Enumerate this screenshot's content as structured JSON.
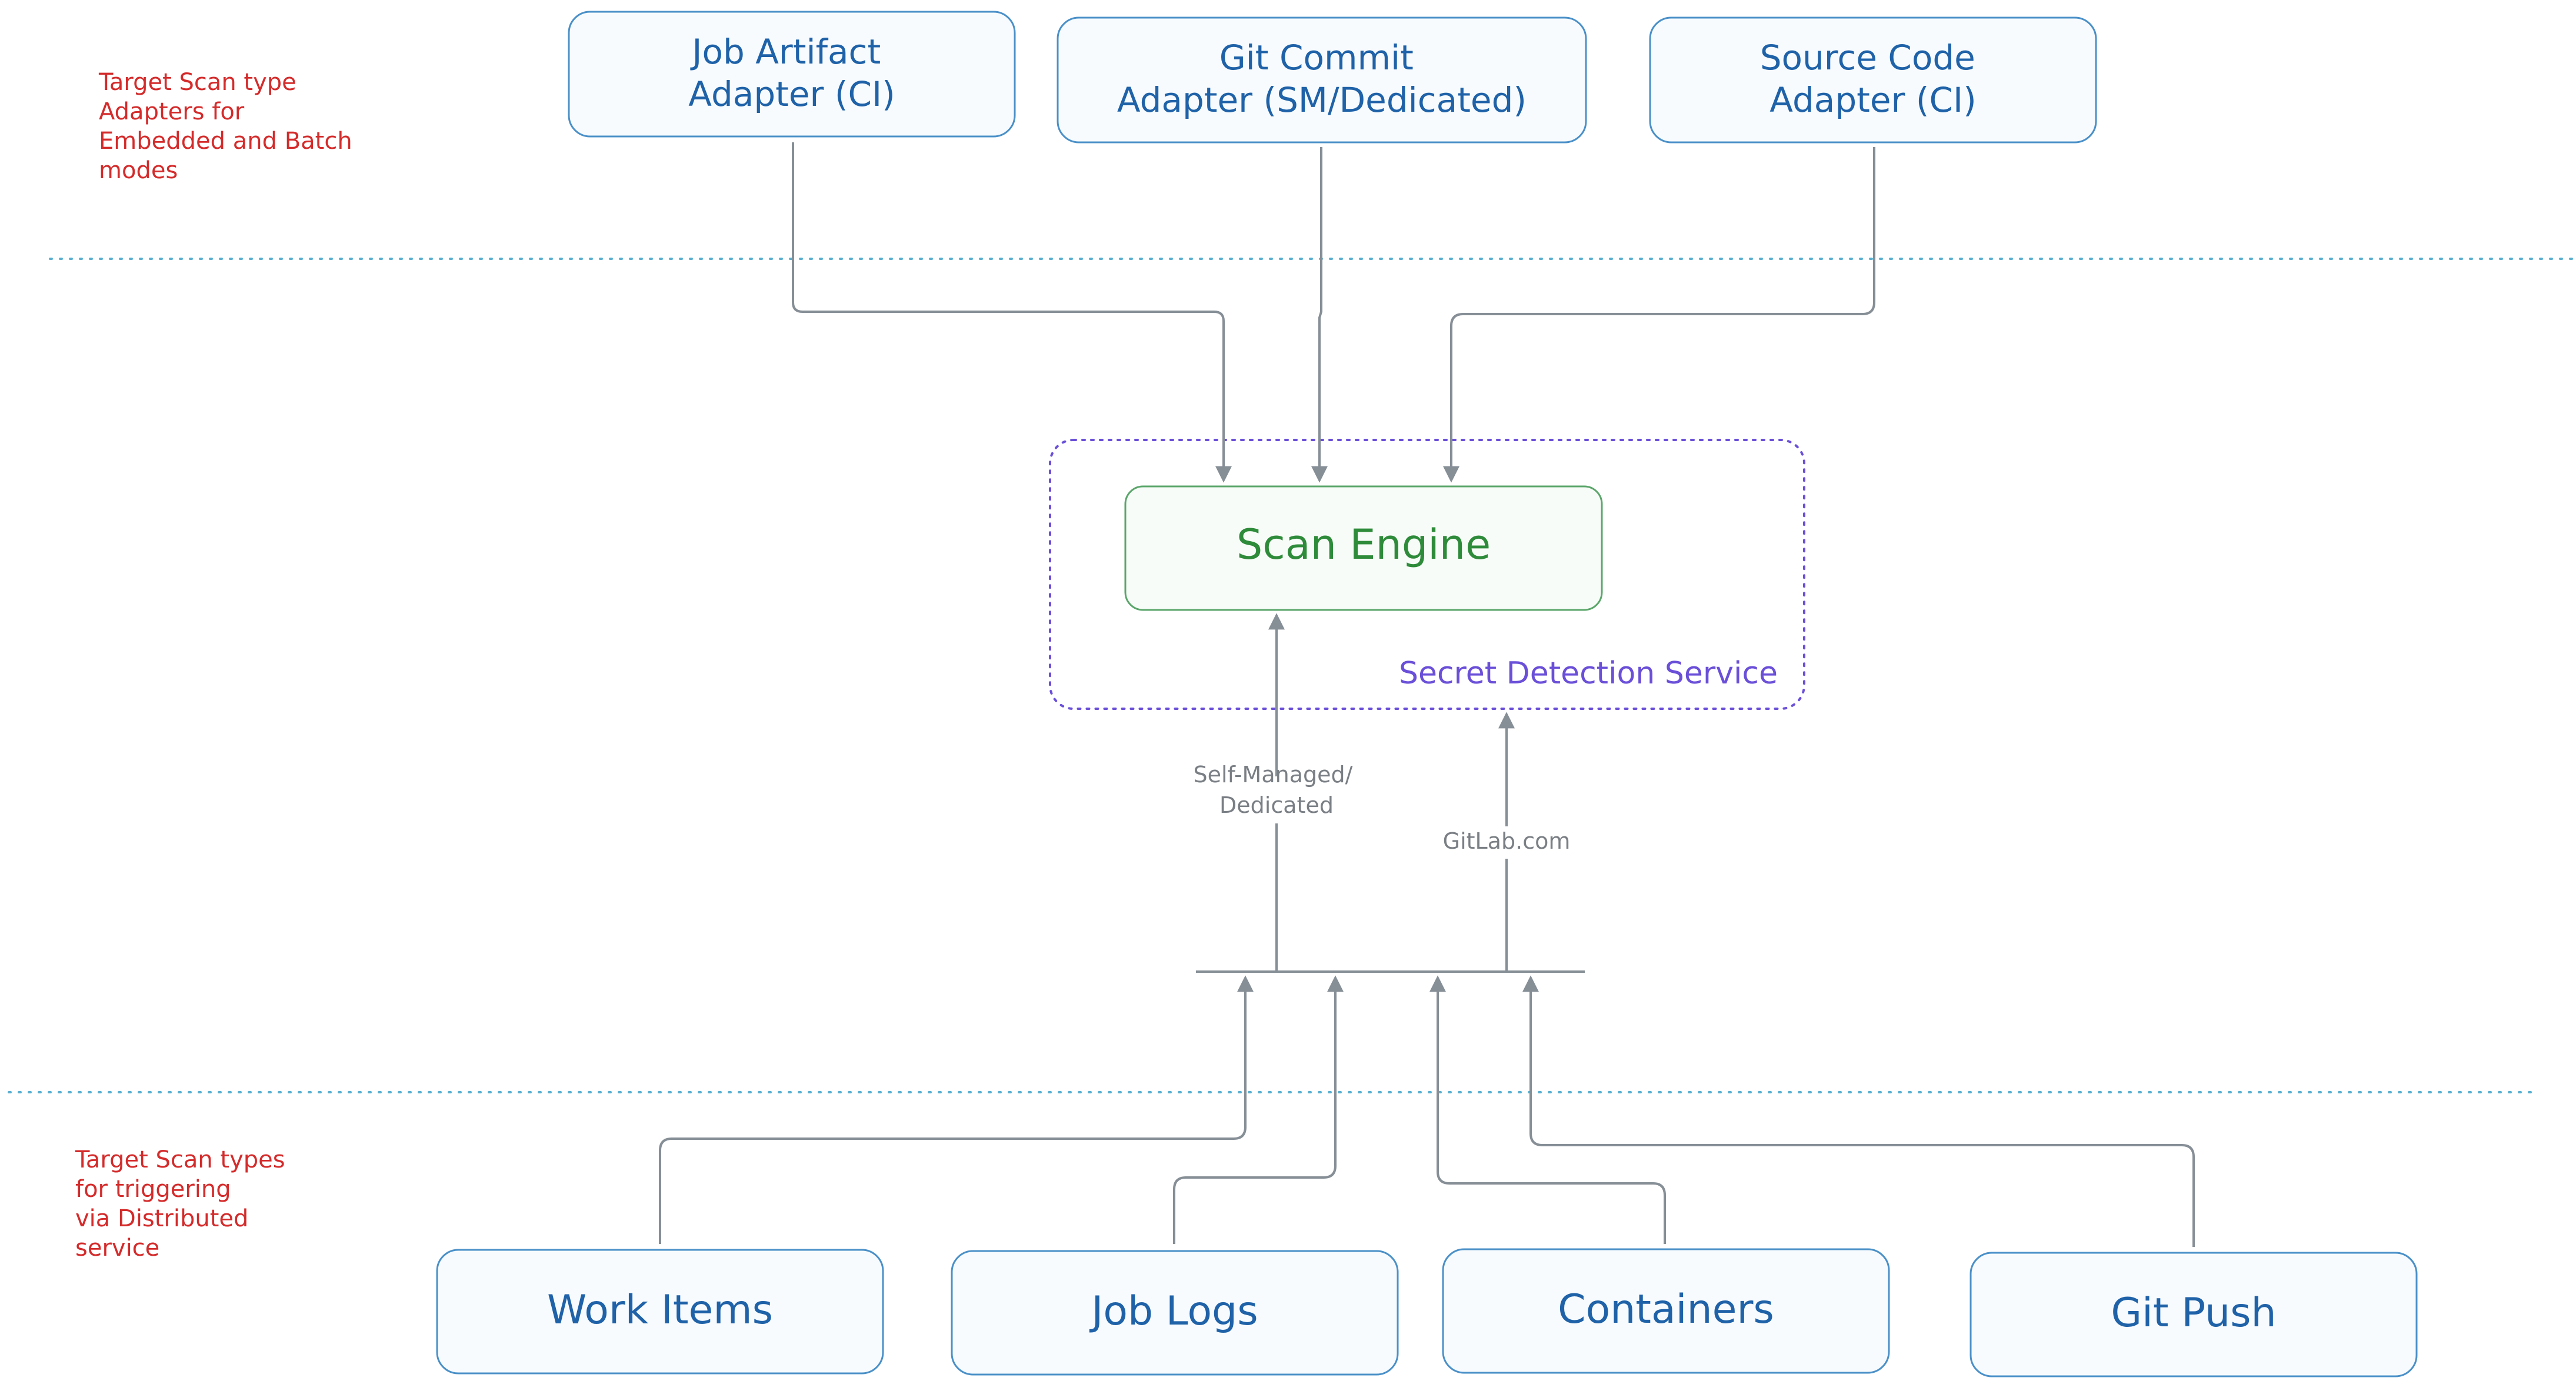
{
  "colors": {
    "box_stroke": "#4a90c8",
    "box_fill": "#f7fbfe",
    "box_text": "#1f62a8",
    "engine_stroke": "#5aa66a",
    "engine_fill": "#f8fcf8",
    "engine_text": "#2e8b3a",
    "service_stroke": "#6a4fd8",
    "service_text": "#6a4fd8",
    "note_text": "#d42b2b",
    "arrow": "#868e96",
    "edge_label": "#7a7f85",
    "divider": "#5ab0d0"
  },
  "notes": {
    "top": [
      "Target Scan type",
      "Adapters for",
      "Embedded and Batch",
      "modes"
    ],
    "bottom": [
      "Target Scan types",
      "for triggering",
      "via Distributed",
      "service"
    ]
  },
  "adapters": [
    {
      "id": "job-artifact",
      "lines": [
        "Job Artifact",
        "Adapter (CI)"
      ]
    },
    {
      "id": "git-commit",
      "lines": [
        "Git Commit",
        "Adapter (SM/Dedicated)"
      ]
    },
    {
      "id": "source-code",
      "lines": [
        "Source Code",
        "Adapter (CI)"
      ]
    }
  ],
  "engine": {
    "label": "Scan Engine"
  },
  "service": {
    "label": "Secret Detection Service"
  },
  "edge_labels": {
    "self_managed": [
      "Self-Managed/",
      "Dedicated"
    ],
    "gitlab_com": "GitLab.com"
  },
  "sources": [
    {
      "id": "work-items",
      "label": "Work Items"
    },
    {
      "id": "job-logs",
      "label": "Job Logs"
    },
    {
      "id": "containers",
      "label": "Containers"
    },
    {
      "id": "git-push",
      "label": "Git Push"
    }
  ]
}
